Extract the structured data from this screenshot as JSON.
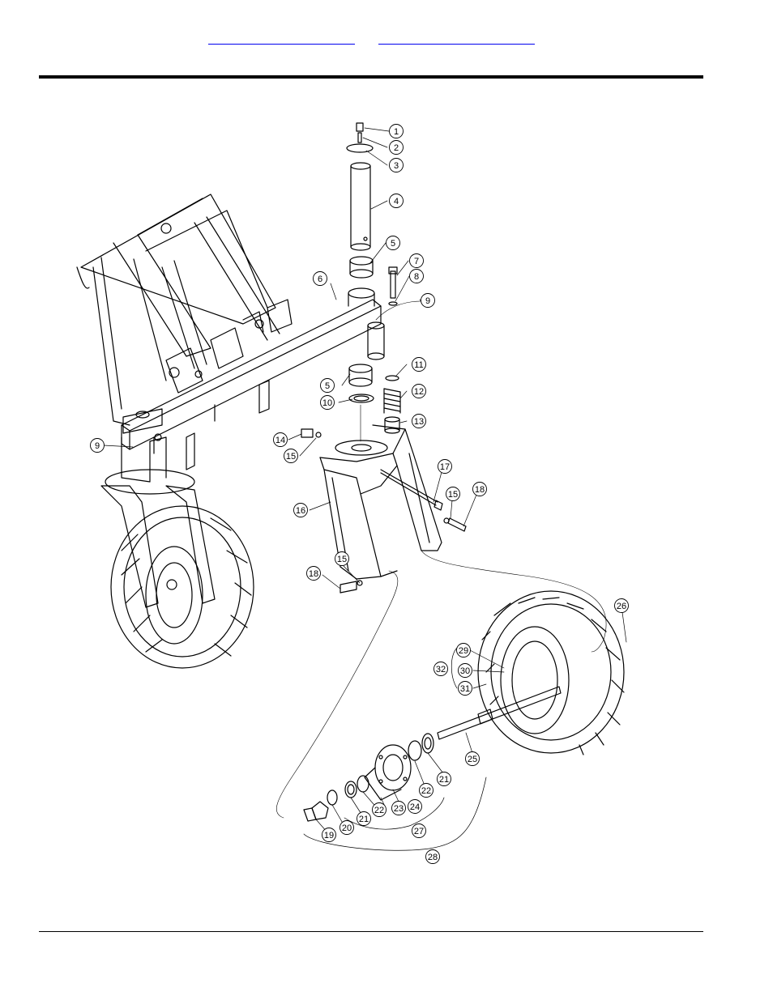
{
  "header": {
    "link_left": "",
    "link_right": ""
  },
  "diagram": {
    "callouts": [
      "1",
      "2",
      "3",
      "4",
      "5",
      "6",
      "7",
      "8",
      "9",
      "5",
      "11",
      "12",
      "10",
      "13",
      "14",
      "15",
      "9",
      "16",
      "17",
      "15",
      "18",
      "15",
      "18",
      "26",
      "29",
      "32",
      "30",
      "31",
      "25",
      "21",
      "22",
      "22",
      "23",
      "24",
      "21",
      "20",
      "19",
      "27",
      "28"
    ]
  },
  "colors": {
    "line": "#000000",
    "background": "#ffffff",
    "link": "#0000ee"
  }
}
